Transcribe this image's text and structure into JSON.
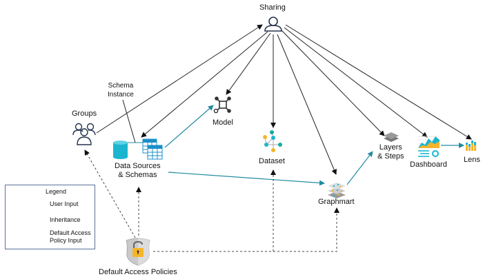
{
  "title": "Sharing",
  "nodes": {
    "sharing": {
      "label": "Sharing",
      "icon": "user-icon"
    },
    "groups": {
      "label": "Groups",
      "icon": "users-icon"
    },
    "schema_instance": {
      "label_line1": "Schema",
      "label_line2": "Instance"
    },
    "data_sources": {
      "label_line1": "Data Sources",
      "label_line2": "& Schemas",
      "icons": [
        "database-icon",
        "table-icon"
      ]
    },
    "model": {
      "label": "Model",
      "icon": "model-icon"
    },
    "dataset": {
      "label": "Dataset",
      "icon": "dataset-graph-icon"
    },
    "graphmart": {
      "label": "Graphmart",
      "icon": "graphmart-layers-icon"
    },
    "layers": {
      "label_line1": "Layers",
      "label_line2": "& Steps",
      "icon": "layers-icon"
    },
    "dashboard": {
      "label": "Dashboard",
      "icon": "dashboard-icon"
    },
    "lens": {
      "label": "Lens",
      "icon": "bar-chart-icon"
    },
    "default_access": {
      "label": "Default Access Policies",
      "icon": "shield-lock-icon"
    }
  },
  "legend": {
    "title": "Legend",
    "items": [
      {
        "label": "User Input",
        "style": "solid",
        "color": "#222222"
      },
      {
        "label": "Inheritance",
        "style": "solid",
        "color": "#1f8aa0"
      },
      {
        "label_line1": "Default Access",
        "label_line2": "Policy Input",
        "style": "dashed",
        "color": "#222222"
      }
    ]
  },
  "colors": {
    "user_input": "#222222",
    "inheritance": "#1f8aa0",
    "dashed": "#444444",
    "teal": "#1bb5cf",
    "gold": "#f5b52a",
    "navy": "#23324d"
  }
}
